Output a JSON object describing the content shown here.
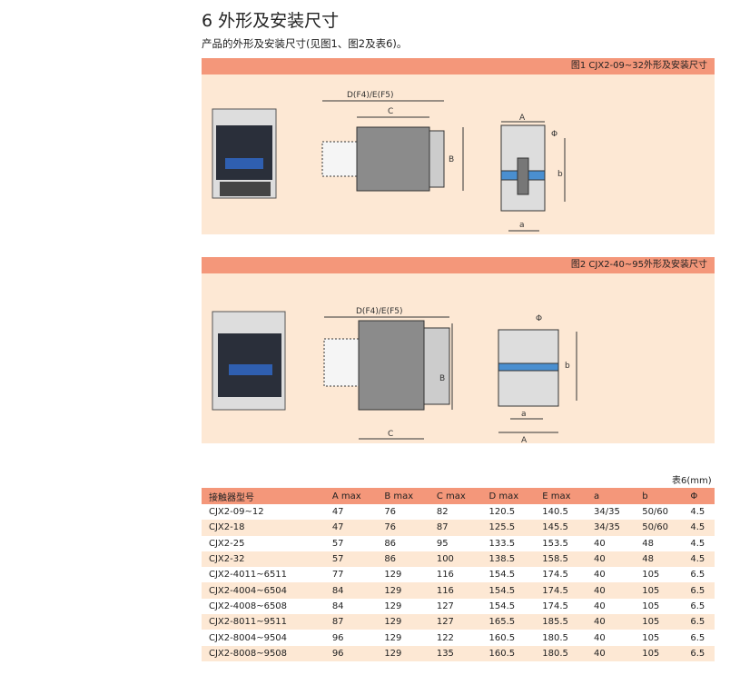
{
  "heading": "6 外形及安装尺寸",
  "subtitle": "产品的外形及安装尺寸(见图1、图2及表6)。",
  "fig1": {
    "caption": "图1 CJX2-09~32外形及安装尺寸",
    "labels": {
      "df": "D(F4)/E(F5)",
      "c": "C",
      "b": "B",
      "A": "A",
      "phi": "Φ",
      "bb": "b",
      "a": "a"
    }
  },
  "fig2": {
    "caption": "图2 CJX2-40~95外形及安装尺寸",
    "labels": {
      "df": "D(F4)/E(F5)",
      "c": "C",
      "b": "B",
      "A": "A",
      "phi": "Φ",
      "bb": "b",
      "a": "a"
    }
  },
  "table": {
    "unit": "表6(mm)",
    "headers": [
      "接触器型号",
      "A max",
      "B max",
      "C max",
      "D max",
      "E max",
      "a",
      "b",
      "Φ"
    ],
    "rows": [
      [
        "CJX2-09~12",
        "47",
        "76",
        "82",
        "120.5",
        "140.5",
        "34/35",
        "50/60",
        "4.5"
      ],
      [
        "CJX2-18",
        "47",
        "76",
        "87",
        "125.5",
        "145.5",
        "34/35",
        "50/60",
        "4.5"
      ],
      [
        "CJX2-25",
        "57",
        "86",
        "95",
        "133.5",
        "153.5",
        "40",
        "48",
        "4.5"
      ],
      [
        "CJX2-32",
        "57",
        "86",
        "100",
        "138.5",
        "158.5",
        "40",
        "48",
        "4.5"
      ],
      [
        "CJX2-4011~6511",
        "77",
        "129",
        "116",
        "154.5",
        "174.5",
        "40",
        "105",
        "6.5"
      ],
      [
        "CJX2-4004~6504",
        "84",
        "129",
        "116",
        "154.5",
        "174.5",
        "40",
        "105",
        "6.5"
      ],
      [
        "CJX2-4008~6508",
        "84",
        "129",
        "127",
        "154.5",
        "174.5",
        "40",
        "105",
        "6.5"
      ],
      [
        "CJX2-8011~9511",
        "87",
        "129",
        "127",
        "165.5",
        "185.5",
        "40",
        "105",
        "6.5"
      ],
      [
        "CJX2-8004~9504",
        "96",
        "129",
        "122",
        "160.5",
        "180.5",
        "40",
        "105",
        "6.5"
      ],
      [
        "CJX2-8008~9508",
        "96",
        "129",
        "135",
        "160.5",
        "180.5",
        "40",
        "105",
        "6.5"
      ]
    ]
  }
}
